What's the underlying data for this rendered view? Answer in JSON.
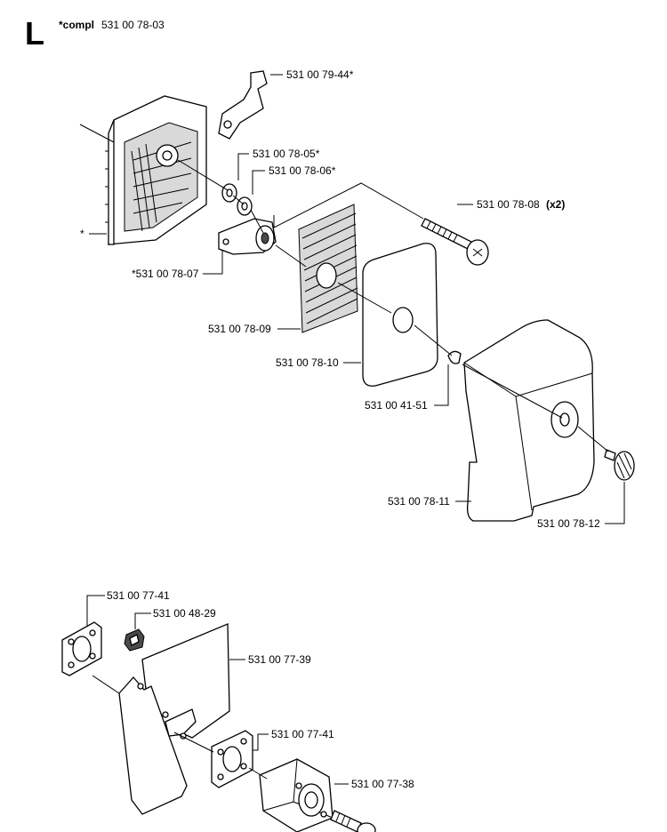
{
  "header": {
    "section_letter": "L",
    "compl_prefix": "*compl",
    "compl_number": "531 00 78-03"
  },
  "upper_assembly": {
    "labels": {
      "p_79_44": "531 00 79-44*",
      "p_78_05": "531 00 78-05*",
      "p_78_06": "531 00 78-06*",
      "p_78_08": "531 00 78-08",
      "p_78_08_qty": "(x2)",
      "star": "*",
      "p_78_07": "*531 00 78-07",
      "p_78_09": "531 00 78-09",
      "p_78_10": "531 00 78-10",
      "p_41_51": "531 00 41-51",
      "p_78_11": "531 00 78-11",
      "p_78_12": "531 00 78-12"
    }
  },
  "lower_assembly": {
    "labels": {
      "p_77_41_a": "531 00 77-41",
      "p_48_29": "531 00 48-29",
      "p_77_39": "531 00 77-39",
      "p_77_41_b": "531 00 77-41",
      "p_77_38": "531 00 77-38"
    }
  }
}
